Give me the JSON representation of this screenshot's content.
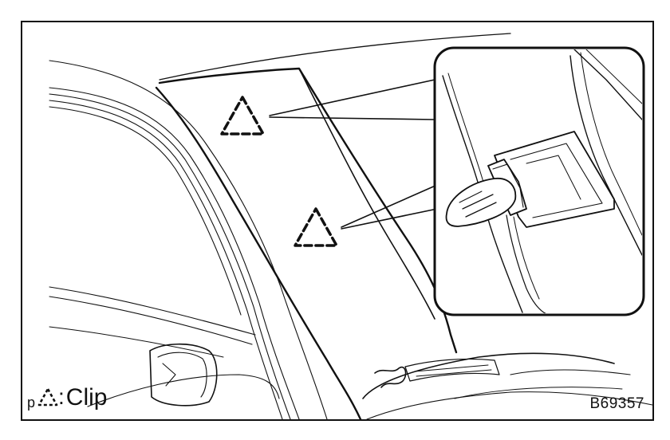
{
  "figure": {
    "legend_prefix": "p",
    "legend_symbol": "dashed-triangle-clip-marker",
    "legend_separator": ":",
    "legend_label": "Clip",
    "figure_code": "B69357"
  },
  "colors": {
    "line": "#111111",
    "background": "#ffffff"
  }
}
